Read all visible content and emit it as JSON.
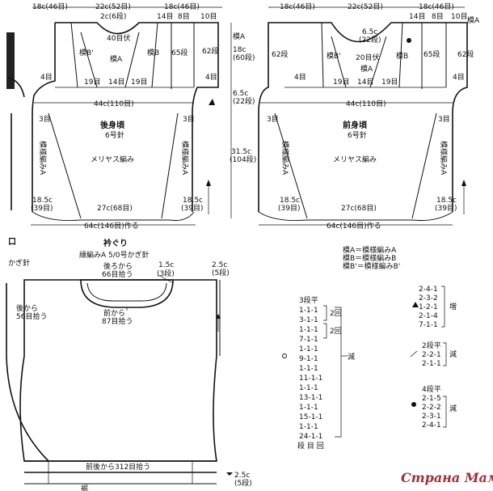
{
  "back": {
    "top_left": "18c(46目)",
    "top_mid": "22c(52目)",
    "top_right": "18c(46目)",
    "neck_rows": "2c(6段)",
    "bind_off": "40目伏",
    "right_rows": "10目",
    "mB1": "模B'",
    "mA": "模A",
    "mB2": "模B",
    "rows65": "65段",
    "rows62": "62段",
    "s19a": "19目",
    "s14": "14目",
    "s19b": "19目",
    "s4": "4目",
    "side_mA": "模A",
    "h18": "18c",
    "h18r": "(60段)",
    "h65": "6.5c",
    "h65r": "(22段)",
    "width44": "44c(110目)",
    "title": "後身頃",
    "needle": "6号針",
    "stitch": "メリヤス編み",
    "s3l": "3目",
    "s3r": "3目",
    "patL": "模様編みA",
    "patR": "模様編みA",
    "h315": "31.5c",
    "h315r": "(104段)",
    "b185l": "18.5c",
    "b185lr": "(39目)",
    "b27": "27c(68目)",
    "b185r": "18.5c",
    "b185rr": "(39目)",
    "bottom": "64c(146目)作る"
  },
  "front": {
    "top_left": "18c(46目)",
    "top_mid": "22c(52目)",
    "top_right": "18c(46目)",
    "s14": "14目",
    "s8": "8目",
    "s10": "10目",
    "neck1": "6.5c",
    "neck2": "(22段)",
    "bind_off": "20目伏",
    "mB1": "模B'",
    "mA": "模A",
    "mB2": "模B",
    "rows65": "65段",
    "rows62l": "62段",
    "rows62r": "62段",
    "s19a": "19目",
    "s14b": "14目",
    "s19b": "19目",
    "s4l": "4目",
    "s4r": "4目",
    "side_mA": "模A",
    "width44": "44c(110目)",
    "title": "前身頃",
    "needle": "6号針",
    "stitch": "メリヤス編み",
    "s3l": "3目",
    "s3r": "3目",
    "patL": "模様編みA",
    "patR": "模様編みA",
    "b185l": "18.5c",
    "b185lr": "(39目)",
    "b27": "27c(68目)",
    "b185r": "18.5c",
    "b185rr": "(39目)",
    "bottom": "64c(146目)作る",
    "back_from": "後から",
    "back_from2": "56目拾う",
    "left_bits": [
      "口",
      "かぎ針"
    ]
  },
  "neck": {
    "title": "衿ぐり",
    "yarn": "縁編みA 5/0号かぎ針",
    "back_pick": "後ろから",
    "back_pick2": "66目拾う",
    "front_pick": "前から",
    "front_pick2": "87目拾う",
    "w15": "1.5c",
    "w15r": "(3段)",
    "w25": "2.5c",
    "w25r": "(5段)",
    "hem_pick": "前後から312目拾う",
    "hem25": "2.5c",
    "hem25r": "(5段)",
    "hem_label": "裾"
  },
  "legend": [
    "模A＝模様編みA",
    "模B＝模様編みB",
    "模B'＝模様編みB'"
  ],
  "dec_table": {
    "rows": [
      "3段平",
      "1-1-1",
      "3-1-1",
      "1-1-1",
      "7-1-1",
      "1-1-1",
      "9-1-1",
      "1-1-1",
      "11-1-1",
      "1-1-1",
      "13-1-1",
      "1-1-1",
      "15-1-1",
      "1-1-1",
      "24-1-1",
      "段 目 回"
    ],
    "rep1": "2回",
    "rep2": "2回",
    "dec": "減"
  },
  "inc_table": {
    "rows": [
      "2-4-1",
      "2-3-2",
      "1-2-1",
      "2-1-4",
      "7-1-1"
    ],
    "label": "増"
  },
  "dec2": {
    "rows": [
      "2段平",
      "2-2-1",
      "2-1-1"
    ],
    "label": "減"
  },
  "dec3": {
    "rows": [
      "4段平",
      "2-1-5",
      "2-2-2",
      "2-3-1",
      "2-4-1"
    ],
    "label": "減"
  },
  "watermark": "Страна Мам"
}
